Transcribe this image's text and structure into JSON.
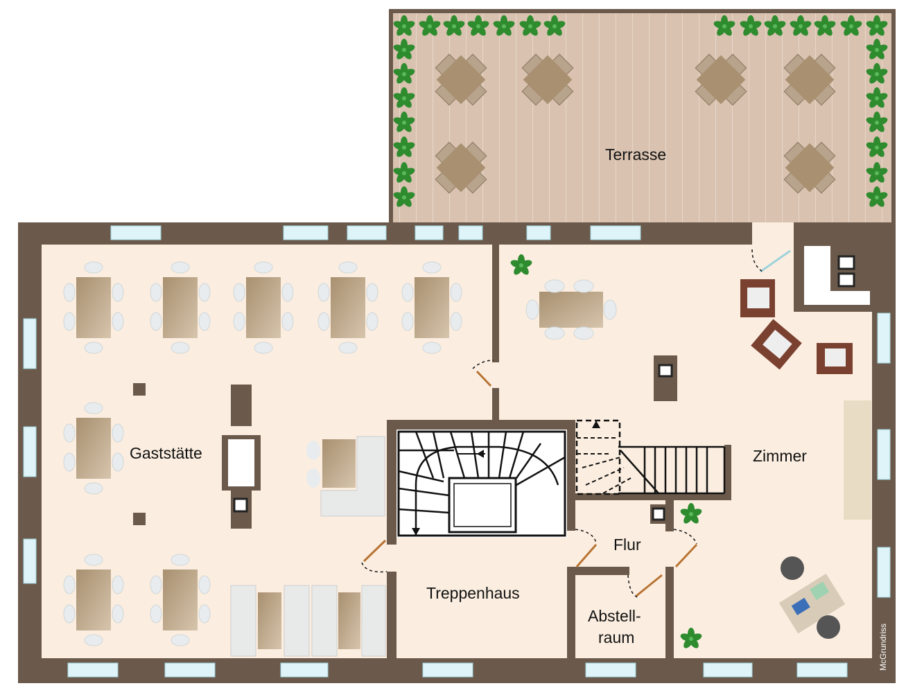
{
  "rooms": {
    "terrasse": "Terrasse",
    "gaststaette": "Gaststätte",
    "zimmer": "Zimmer",
    "treppenhaus": "Treppenhaus",
    "flur": "Flur",
    "abstellraum_line1": "Abstell-",
    "abstellraum_line2": "raum"
  },
  "watermark": "McGrundriss",
  "colors": {
    "wall": "#6b5a4c",
    "floor": "#fbeee0",
    "terrace": "#d9c2b0",
    "table": "#b09a80",
    "chair": "#e8ecee",
    "window": "#dff4f8",
    "plant": "#2e8b2e",
    "sofa": "#7a4030"
  }
}
